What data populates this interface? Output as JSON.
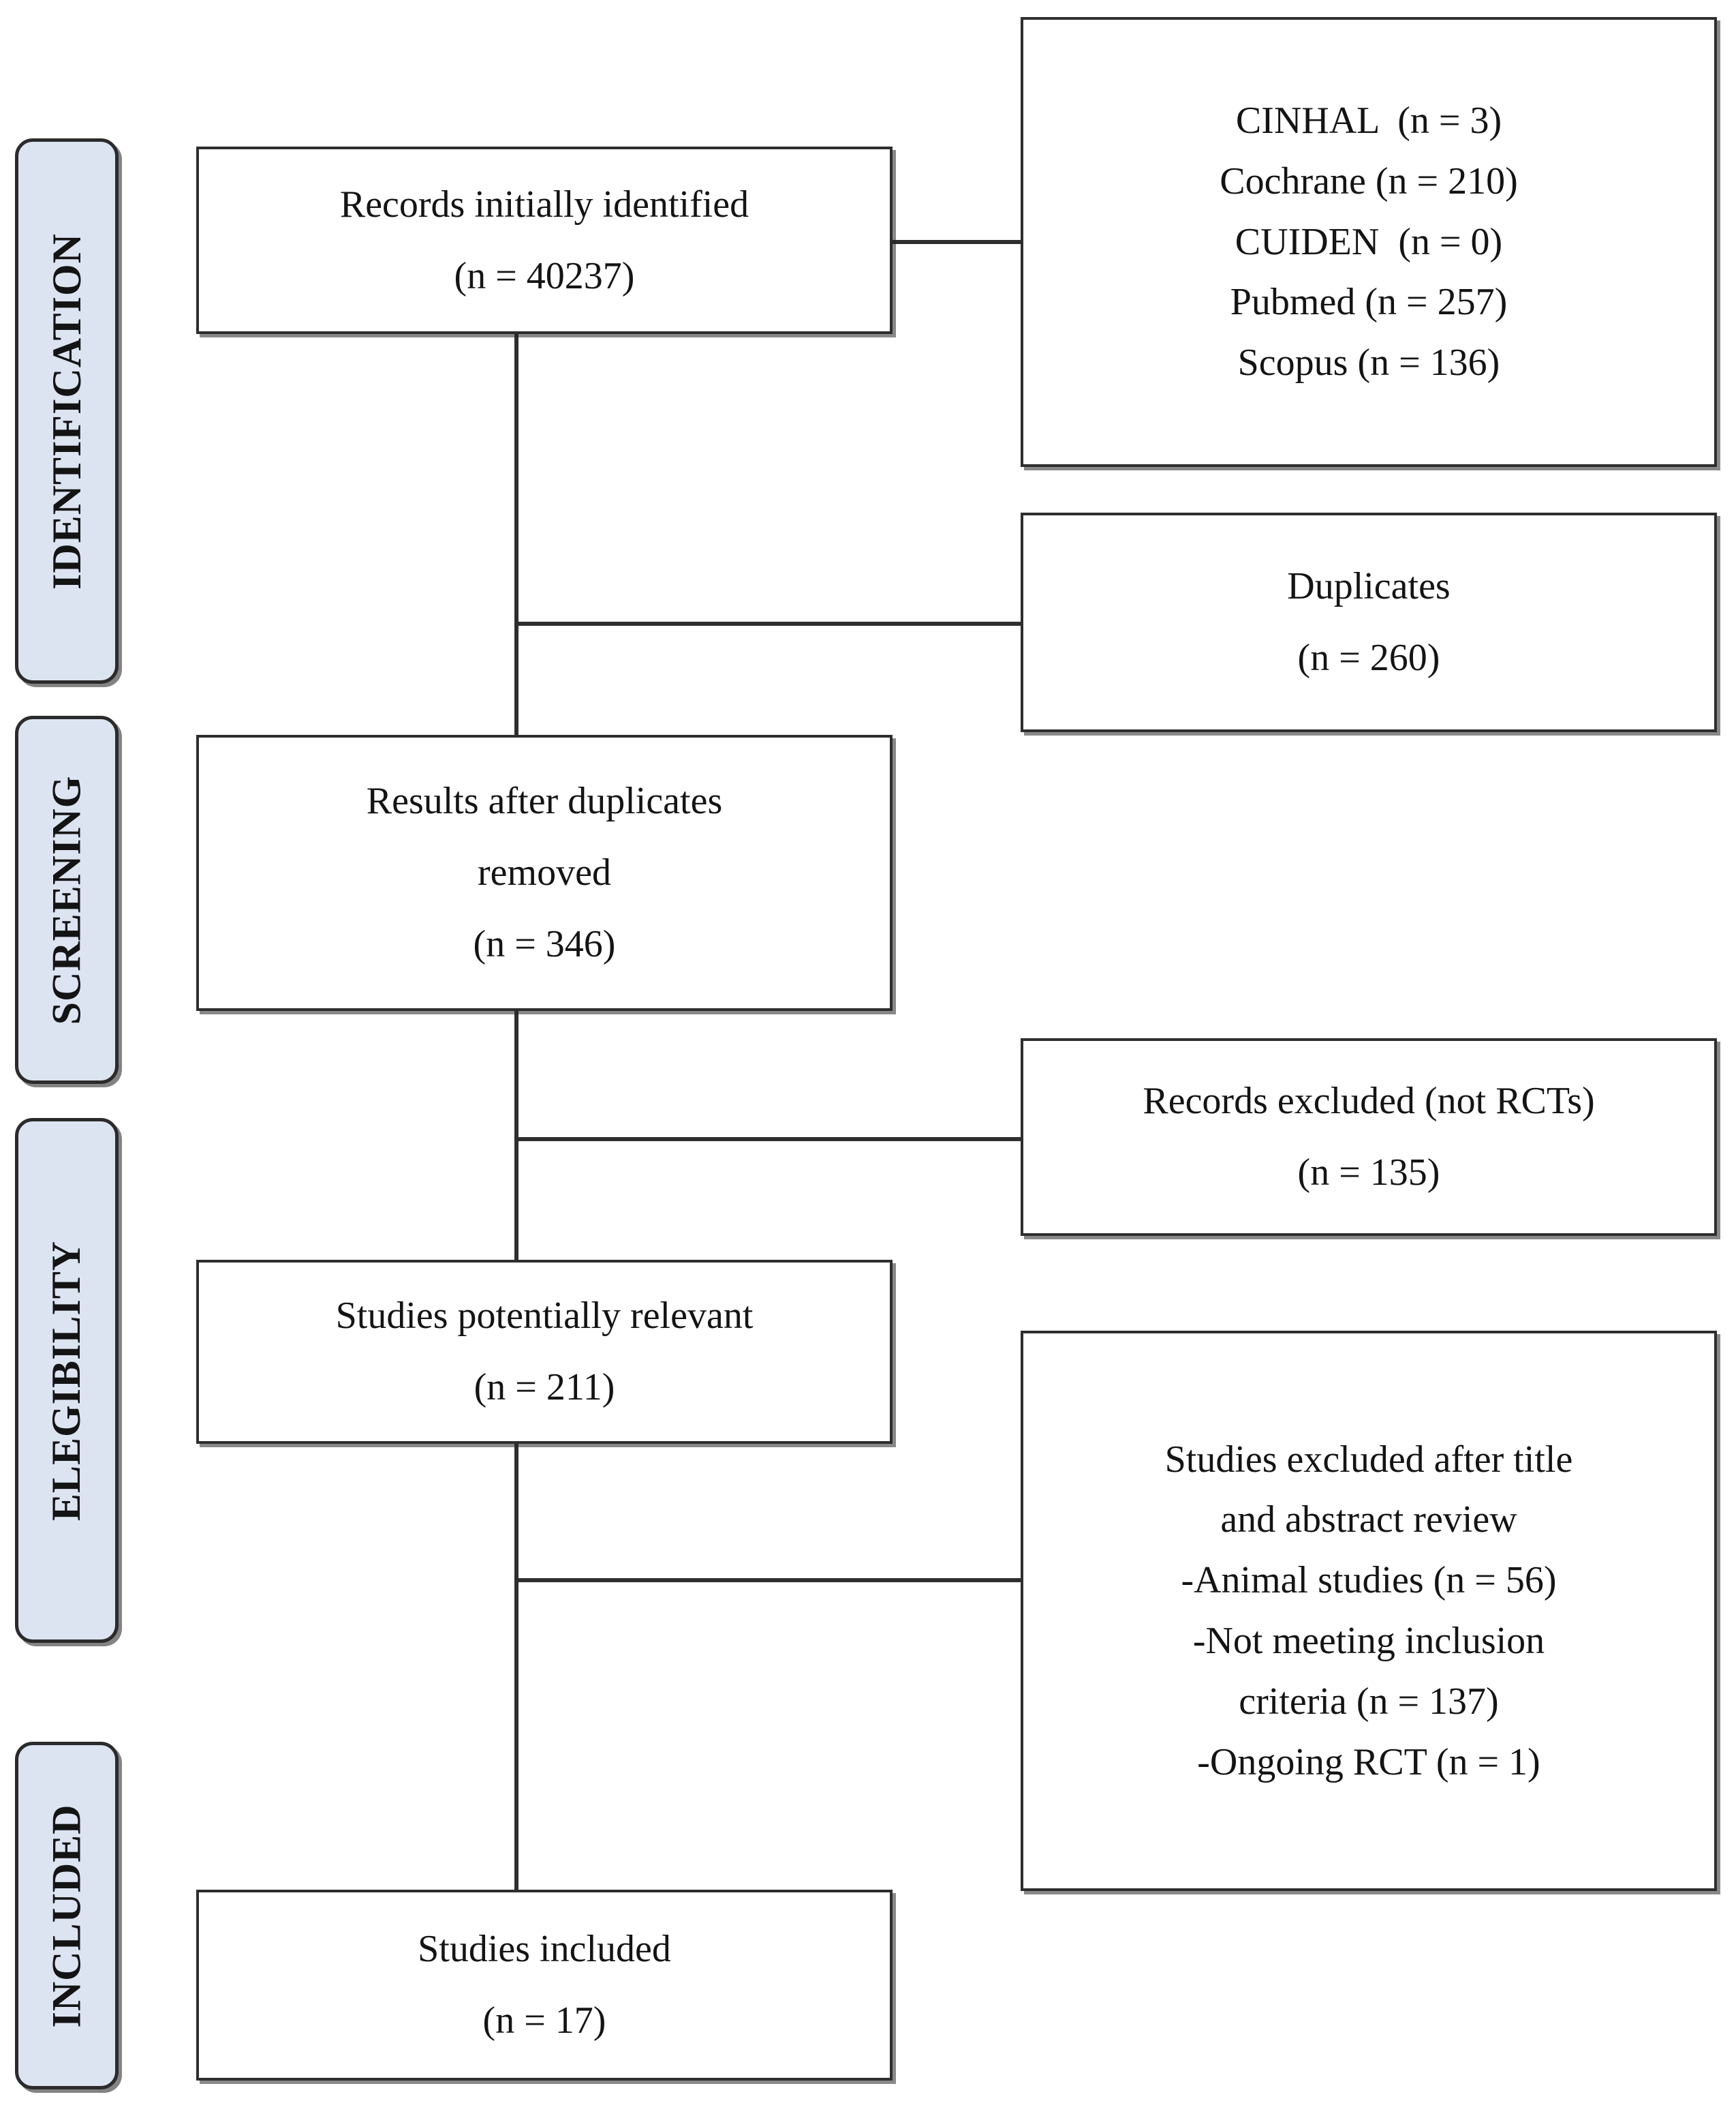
{
  "diagram": {
    "title": "PRISMA study selection flow diagram",
    "accent_tab_fill": "#dce4f2",
    "line_color": "#2e2e2e",
    "stages": [
      {
        "id": "identification",
        "label": "IDENTIFICATION"
      },
      {
        "id": "screening",
        "label": "SCREENING"
      },
      {
        "id": "elegibility",
        "label": "ELEGIBILITY"
      },
      {
        "id": "included",
        "label": "INCLUDED"
      }
    ],
    "boxes": {
      "records_identified": {
        "name": "records-initially-identified",
        "lines": [
          "Records initially identified",
          "(n = 40237)"
        ]
      },
      "databases": {
        "name": "database-breakdown",
        "lines": [
          "CINHAL  (n = 3)",
          "Cochrane (n = 210)",
          "CUIDEN  (n = 0)",
          "Pubmed (n = 257)",
          "Scopus (n = 136)"
        ]
      },
      "duplicates": {
        "name": "duplicates",
        "lines": [
          "Duplicates",
          "(n = 260)"
        ]
      },
      "after_duplicates": {
        "name": "results-after-duplicates-removed",
        "lines": [
          "Results after duplicates",
          "removed",
          "(n = 346)"
        ]
      },
      "records_excluded": {
        "name": "records-excluded-not-rcts",
        "lines": [
          "Records excluded (not RCTs)",
          "(n = 135)"
        ]
      },
      "potentially_relevant": {
        "name": "studies-potentially-relevant",
        "lines": [
          "Studies potentially relevant",
          "(n = 211)"
        ]
      },
      "excluded_title_abstract": {
        "name": "studies-excluded-after-title-abstract-review",
        "lines": [
          "Studies excluded after title",
          "and abstract review",
          "-Animal studies (n = 56)",
          "-Not meeting inclusion",
          "criteria (n = 137)",
          "-Ongoing RCT (n = 1)"
        ]
      },
      "studies_included": {
        "name": "studies-included",
        "lines": [
          "Studies included",
          "(n = 17)"
        ]
      }
    }
  }
}
